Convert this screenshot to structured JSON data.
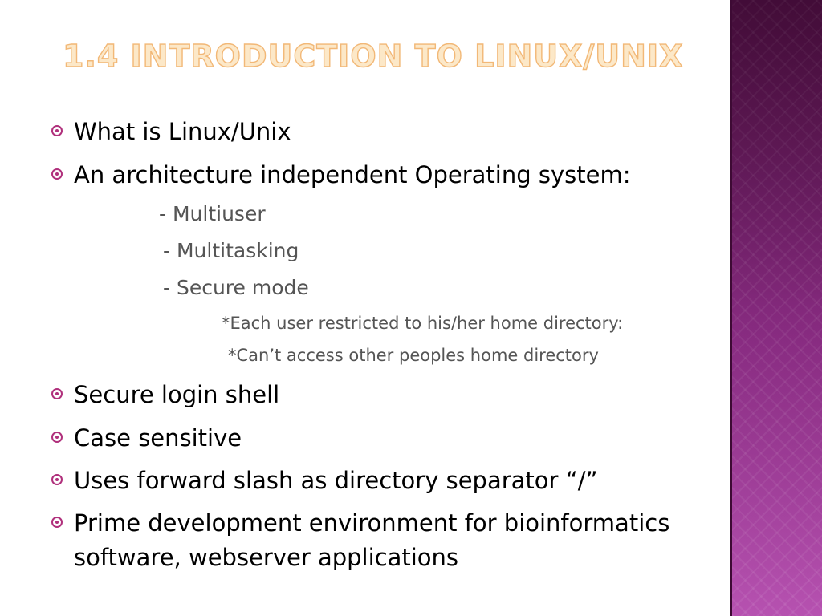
{
  "slide": {
    "title": "1.4 Introduction to Linux/Unix",
    "bullets_top": [
      "What is Linux/Unix",
      "An architecture independent Operating system:"
    ],
    "sub_items": [
      "- Multiuser",
      "- Multitasking",
      "- Secure mode"
    ],
    "sub_sub_items": [
      "*Each user restricted to his/her home directory:",
      "*Can’t access other peoples home directory"
    ],
    "bullets_bottom": [
      "Secure login shell",
      "Case sensitive",
      "Uses forward slash as directory separator “/”"
    ],
    "last_bullet_lines": [
      "Prime development environment for bioinformatics",
      "software, webserver applications"
    ]
  },
  "colors": {
    "title_fill": "#fce8c8",
    "title_outline": "#f2b877",
    "bullet_accent": "#b0307c",
    "sidebar": "#6a1f62",
    "subtext": "#555555"
  },
  "icons": {
    "bullet": "circled-dot-bullet-icon"
  }
}
